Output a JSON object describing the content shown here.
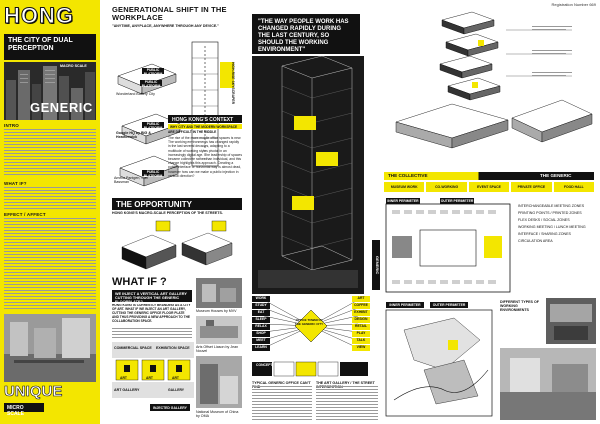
{
  "poster": {
    "page_header": "Registration Number 669",
    "left": {
      "title": "HONG",
      "subtitle": "THE CITY OF DUAL PERCEPTION",
      "macro_label": "MACRO SCALE",
      "generic_label": "GENERIC",
      "intro_label": "INTRO",
      "whatif_label": "WHAT IF?",
      "effect_label": "EFFECT / AFFECT",
      "unique_label": "UNIQUE",
      "micro_label": "MICRO SCALE"
    },
    "col2": {
      "title": "GENERATIONAL SHIFT IN THE WORKPLACE",
      "quote": "\"ANYTIME, ANYPLACE, ANYWHERE THROUGH ANY DEVICE.\"",
      "labels": [
        "Wonderland Battery City",
        "PUBLIC PLATFORM",
        "PUBLIC PLATFORM",
        "Google HQ by BIG & Heatherwick",
        "PUBLIC PLATFORM",
        "Amelia Pantgen, Carl Bassman",
        "PUBLIC PLATFORM"
      ],
      "building_label": "HIGH-RISE SKYSCRAPER",
      "context_title": "HONG KONG'S CONTEXT",
      "context_sub": "WHY CITY AND THE MODERN WORKSPACE",
      "context_sub2": "ARE DIFFICULT IN THE MIDDLE",
      "context_text": "The rise of the more mobile office spaces is new. The working environments has changed rapidly in the last several decades, adapting to a multitude of working styles pivotal in an increasingly digital age. The leadership of spaces became collective rather than individual, and this change highlights this approach. Creating a public interface or horizontal way is almost dead, however how can we make a public injection in vertical direction?",
      "opportunity_title": "THE OPPORTUNITY",
      "opportunity_sub": "HONG KONG'S MACRO-SCALE PERCEPTION OF THE STREETS.",
      "whatif_title": "WHAT IF ?",
      "whatif_sub": "WE INJECT A VERTICAL ART GALLERY CUTTING THROUGH THE GENERIC FLOORPLATE?",
      "whatif_text": "HONG KONG IS CURRENTLY BRANDING AS A CITY OF ART. WHAT IF WE INJECT AN ART GALLERY, CUTTING THE GENERIC OFFICE FLOOR PLATE AND THUS PROVIDING A NEW APPROACH TO THE COLLABORATION SPACE.",
      "captions": [
        "Museum Houses by MVV",
        "Arts Offset Liason by Jean Nouvel",
        "National Museum of China by OMA"
      ],
      "gallery_label": "GALLERY",
      "art_labels": [
        "ART",
        "ART",
        "ART"
      ],
      "grey_labels": [
        "COMMERCIAL SPACE",
        "EXHIBITION SPACE",
        "ART GALLERY"
      ],
      "bottom_label": "INJECTED GALLERY"
    },
    "center": {
      "quote": "\"THE WAY PEOPLE WORK HAS CHANGED RAPIDLY DURING THE LAST CENTURY, SO SHOULD THE WORKING ENVIRONMENT\"",
      "diagram_center": "OFFICE TOWER IN THE GENERIC CITY",
      "left_labels": [
        "WORK",
        "STUDY",
        "EAT",
        "SLEEP",
        "RELAX",
        "SHOP",
        "MEET",
        "LEARN"
      ],
      "right_labels": [
        "ART",
        "COFFEE",
        "EXHIBIT",
        "DESIGN",
        "RETAIL",
        "PLAY",
        "TALK",
        "VIEW"
      ],
      "right_text_title": "THE ART GALLERY / THE STREET INTERSECTION",
      "left_text_title": "TYPICAL GENERIC OFFICE CAN'T FIND",
      "rotated_label": "GENERIC",
      "grid_label": "CONCEPT"
    },
    "right": {
      "collective_label": "THE COLLECTIVE",
      "generic_label": "THE GENERIC",
      "strip_labels": [
        "MUSEUM WORK",
        "CO-WORKING",
        "EVENT SPACE",
        "PRIVATE OFFICE",
        "FOOD HALL"
      ],
      "inner_perimeter": "INNER PERIMETER",
      "outer_perimeter": "OUTER PERIMETER",
      "inner_perimeter_2": "INNER PERIMETER",
      "outer_perimeter_2": "OUTER PERIMETER",
      "legend": [
        "INTERCHANGEABLE MEETING ZONES",
        "PRINTING POINTS / PRINTED ZONES",
        "FLEX DESKS / SOCIAL ZONES",
        "WORKING MEETING / LUNCH MEETING",
        "INTERFACE / SHARING ZONES",
        "CIRCULATION AREA"
      ],
      "legend2": "DIFFERENT TYPES OF WORKING ENVIRONMENTS"
    }
  }
}
